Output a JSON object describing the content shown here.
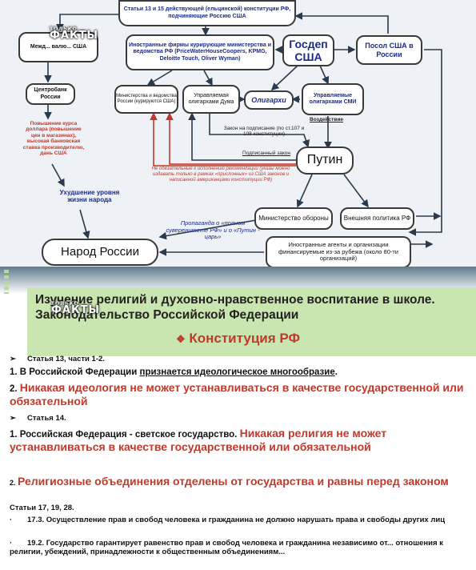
{
  "diagram": {
    "top_box": "Статьи 13 и 15 действующей (ельцинской) конституции РФ, подчиняющие Россию США",
    "currency_box": "Межд... валю... США",
    "foreign_firms": "Иностранные фирмы курирующие министерства и ведомства РФ (PriceWaterHouseCoopers, KPMG, Deloitte Touch, Oliver Wyman)",
    "gosdep": "Госдеп США",
    "ambassador": "Посол США в России",
    "centrobank": "Центробанк России",
    "ministries_us": "Министерства и ведомства России (курируются США)",
    "duma": "Управляемая олигархами Дума",
    "oligarchs": "Олигархи",
    "media": "Управляемые олигархами СМИ",
    "impact": "Воздействие",
    "rate_text": "Повышение курса доллара (повышение цен в магазинах), высокая банковская ставка производителю, дань США",
    "law_sign": "Закон на подписание (по ст.107 и 108 конституции)",
    "signed_law": "Подписанный закон",
    "putin": "Путин",
    "recommendations": "Не обязательные к исполнению рекомендации (указы можно издавать только в рамках «прислонных» из США законов и написанной американцами конституции РФ)",
    "living_standard": "Ухудшение уровня жизни народа",
    "defense": "Министерство обороны",
    "foreign_policy": "Внешняя политика РФ",
    "propaganda": "Пропаганда о «полном суверенитете РФ» и о «Путин - царь»",
    "people": "Народ России",
    "agents": "Иностранные агенты и организации финансируемые из-за рубежа (около 80-ти организаций)"
  },
  "watermark": {
    "small": "ТОЛЬКО",
    "big": "ФАКТЫ"
  },
  "slide": {
    "title": "Изучение религий и духовно-нравственное воспитание в школе. Законодательство Российской Федерации",
    "subtitle": "Конституция РФ",
    "article1_head": "Статья 13, части 1-2.",
    "art13_p1_a": "1. В Российской Федерации ",
    "art13_p1_b": "признается идеологическое многообразие",
    "art13_p1_c": ".",
    "art13_p2_num": "2. ",
    "art13_p2": "Никакая идеология не может устанавливаться в качестве государственной или обязательной",
    "article2_head": "Статья 14.",
    "art14_p1_a": "1. Российская Федерация - светское государство. ",
    "art14_p1_b": "Никакая религия не может устанавливаться в качестве государственной или обязательной",
    "art14_p2_num": "2. ",
    "art14_p2": "Религиозные объединения отделены от государства и равны перед законом",
    "articles3_head": "Статьи 17, 19, 28.",
    "art17": "17.3. Осуществление прав и свобод человека и гражданина не должно нарушать права и свободы других лиц",
    "art19": "19.2. Государство гарантирует равенство прав и свобод человека и гражданина независимо от... отношения к религии, убеждений, принадлежности к общественным объединениям..."
  }
}
